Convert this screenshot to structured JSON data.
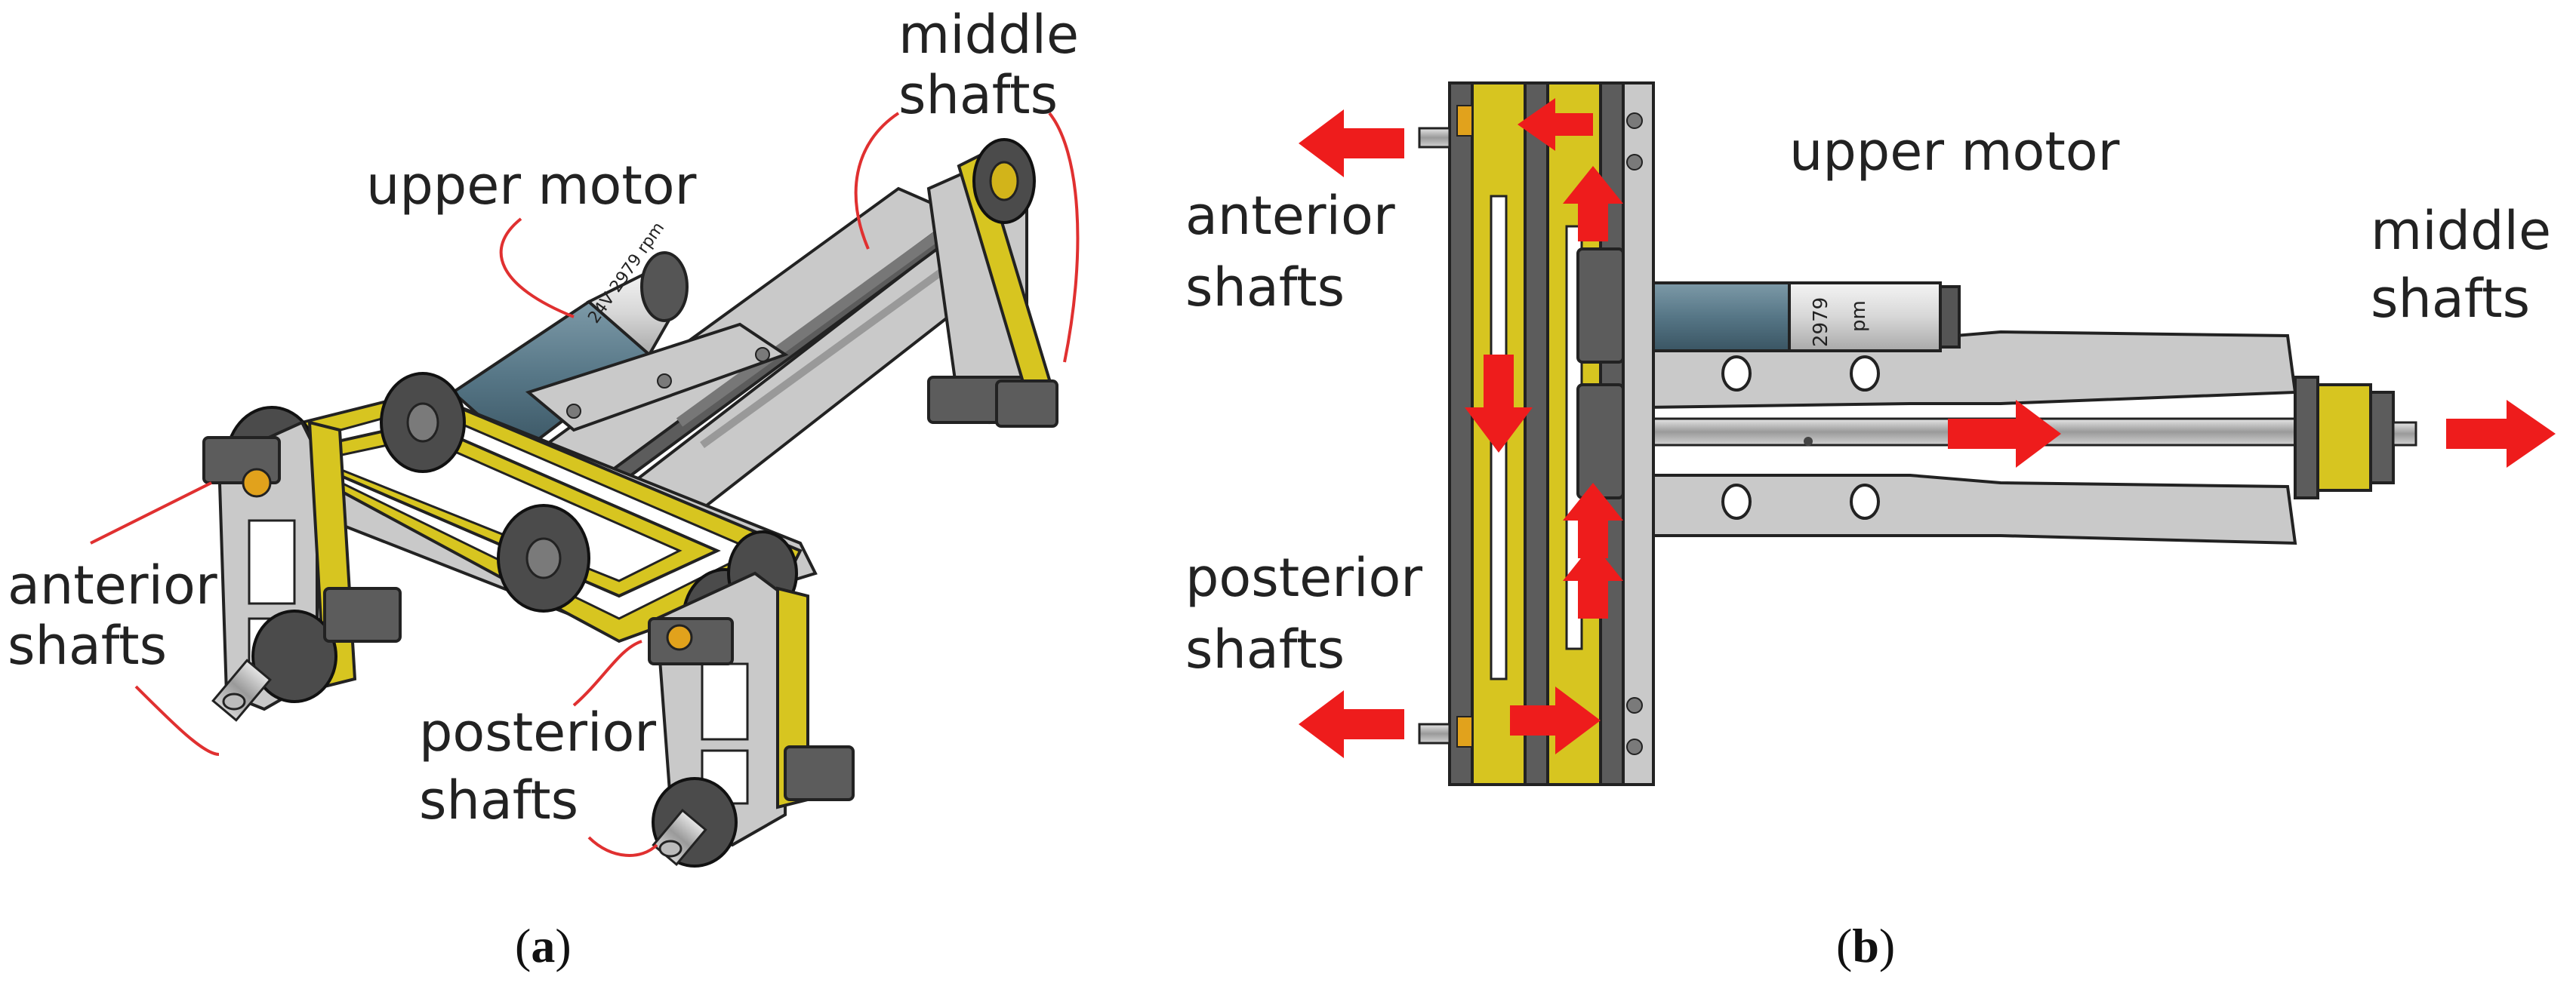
{
  "labels": {
    "a_middle_l1": "middle",
    "a_middle_l2": "shafts",
    "a_upper_motor": "upper motor",
    "a_anterior_l1": "anterior",
    "a_anterior_l2": "shafts",
    "a_posterior_l1": "posterior",
    "a_posterior_l2": "shafts",
    "b_upper_motor": "upper motor",
    "b_anterior_l1": "anterior",
    "b_anterior_l2": "shafts",
    "b_middle_l1": "middle",
    "b_middle_l2": "shafts",
    "b_posterior_l1": "posterior",
    "b_posterior_l2": "shafts"
  },
  "motor_text": {
    "a_label": "24V 2979 rpm",
    "b_label1": "2979",
    "b_label2": "pm"
  },
  "captions": {
    "a_open": "(",
    "a_letter": "a",
    "a_close": ")",
    "b_open": "(",
    "b_letter": "b",
    "b_close": ")"
  },
  "colors": {
    "belt": "#d7c520",
    "frame": "#c9c9c9",
    "motor": "#5a7c8c",
    "arrow": "#ee1c1c",
    "leader": "#e03030"
  }
}
